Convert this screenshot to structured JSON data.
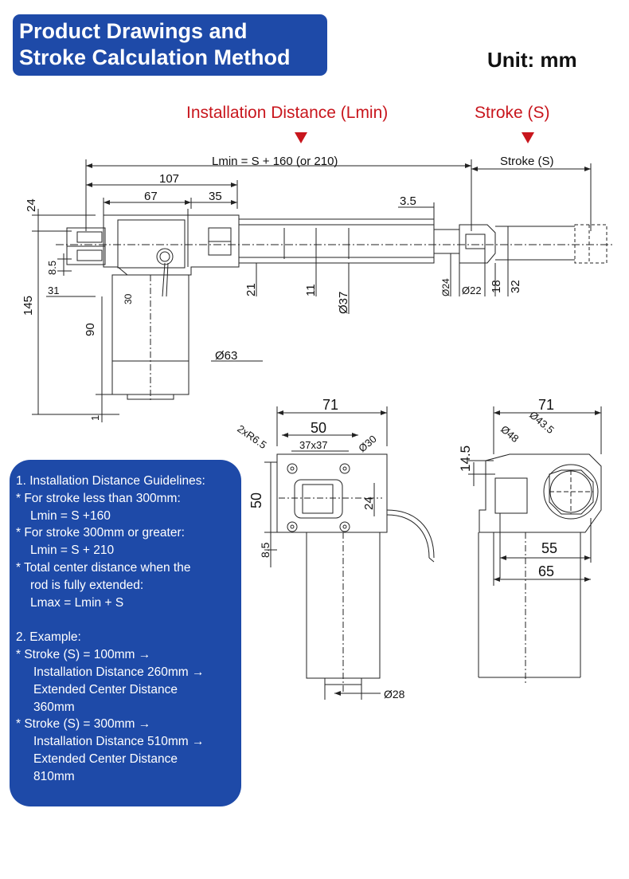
{
  "header": {
    "title_line1": "Product Drawings and",
    "title_line2": "Stroke Calculation Method",
    "unit": "Unit: mm"
  },
  "callouts": {
    "installation": "Installation Distance (Lmin)",
    "stroke": "Stroke (S)"
  },
  "dimensions": {
    "lmin_formula": "Lmin = S + 160 (or 210)",
    "stroke_label": "Stroke (S)",
    "d107": "107",
    "d67": "67",
    "d35": "35",
    "d3_5": "3.5",
    "d24_left": "24",
    "d8_5_left": "8.5",
    "d31": "31",
    "d145": "145",
    "d90": "90",
    "d30": "30",
    "d21": "21",
    "d11": "11",
    "d37": "Ø37",
    "d24_dia": "Ø24",
    "d22": "Ø22",
    "d18": "18",
    "d32": "32",
    "d63": "Ø63",
    "d1": "1",
    "f71": "71",
    "f50_top": "50",
    "f37x37": "37x37",
    "f2xR6_5": "2xR6.5",
    "f30": "Ø30",
    "f50_side": "50",
    "f24": "24",
    "f8_5": "8.5",
    "f28": "Ø28",
    "s71": "71",
    "s48": "Ø48",
    "s43_5": "Ø43.5",
    "s14_5": "14.5",
    "s55": "55",
    "s65": "65"
  },
  "notes": {
    "section1_title": "1. Installation Distance Guidelines:",
    "s1_l1": "* For stroke less than 300mm:",
    "s1_l2": "Lmin = S +160",
    "s1_l3": "* For stroke 300mm or greater:",
    "s1_l4": "Lmin = S + 210",
    "s1_l5": "* Total center distance when the",
    "s1_l6": "rod is fully extended:",
    "s1_l7": "Lmax = Lmin + S",
    "section2_title": "2. Example:",
    "s2_l1": "* Stroke (S) = 100mm →",
    "s2_l2": "Installation Distance 260mm →",
    "s2_l3": "Extended Center Distance",
    "s2_l4": "360mm",
    "s2_l5": "* Stroke (S) = 300mm →",
    "s2_l6": "Installation Distance 510mm →",
    "s2_l7": "Extended Center Distance",
    "s2_l8": "810mm"
  },
  "colors": {
    "title_bg": "#1e4aa8",
    "callout_red": "#c8161d",
    "line": "#222222"
  }
}
